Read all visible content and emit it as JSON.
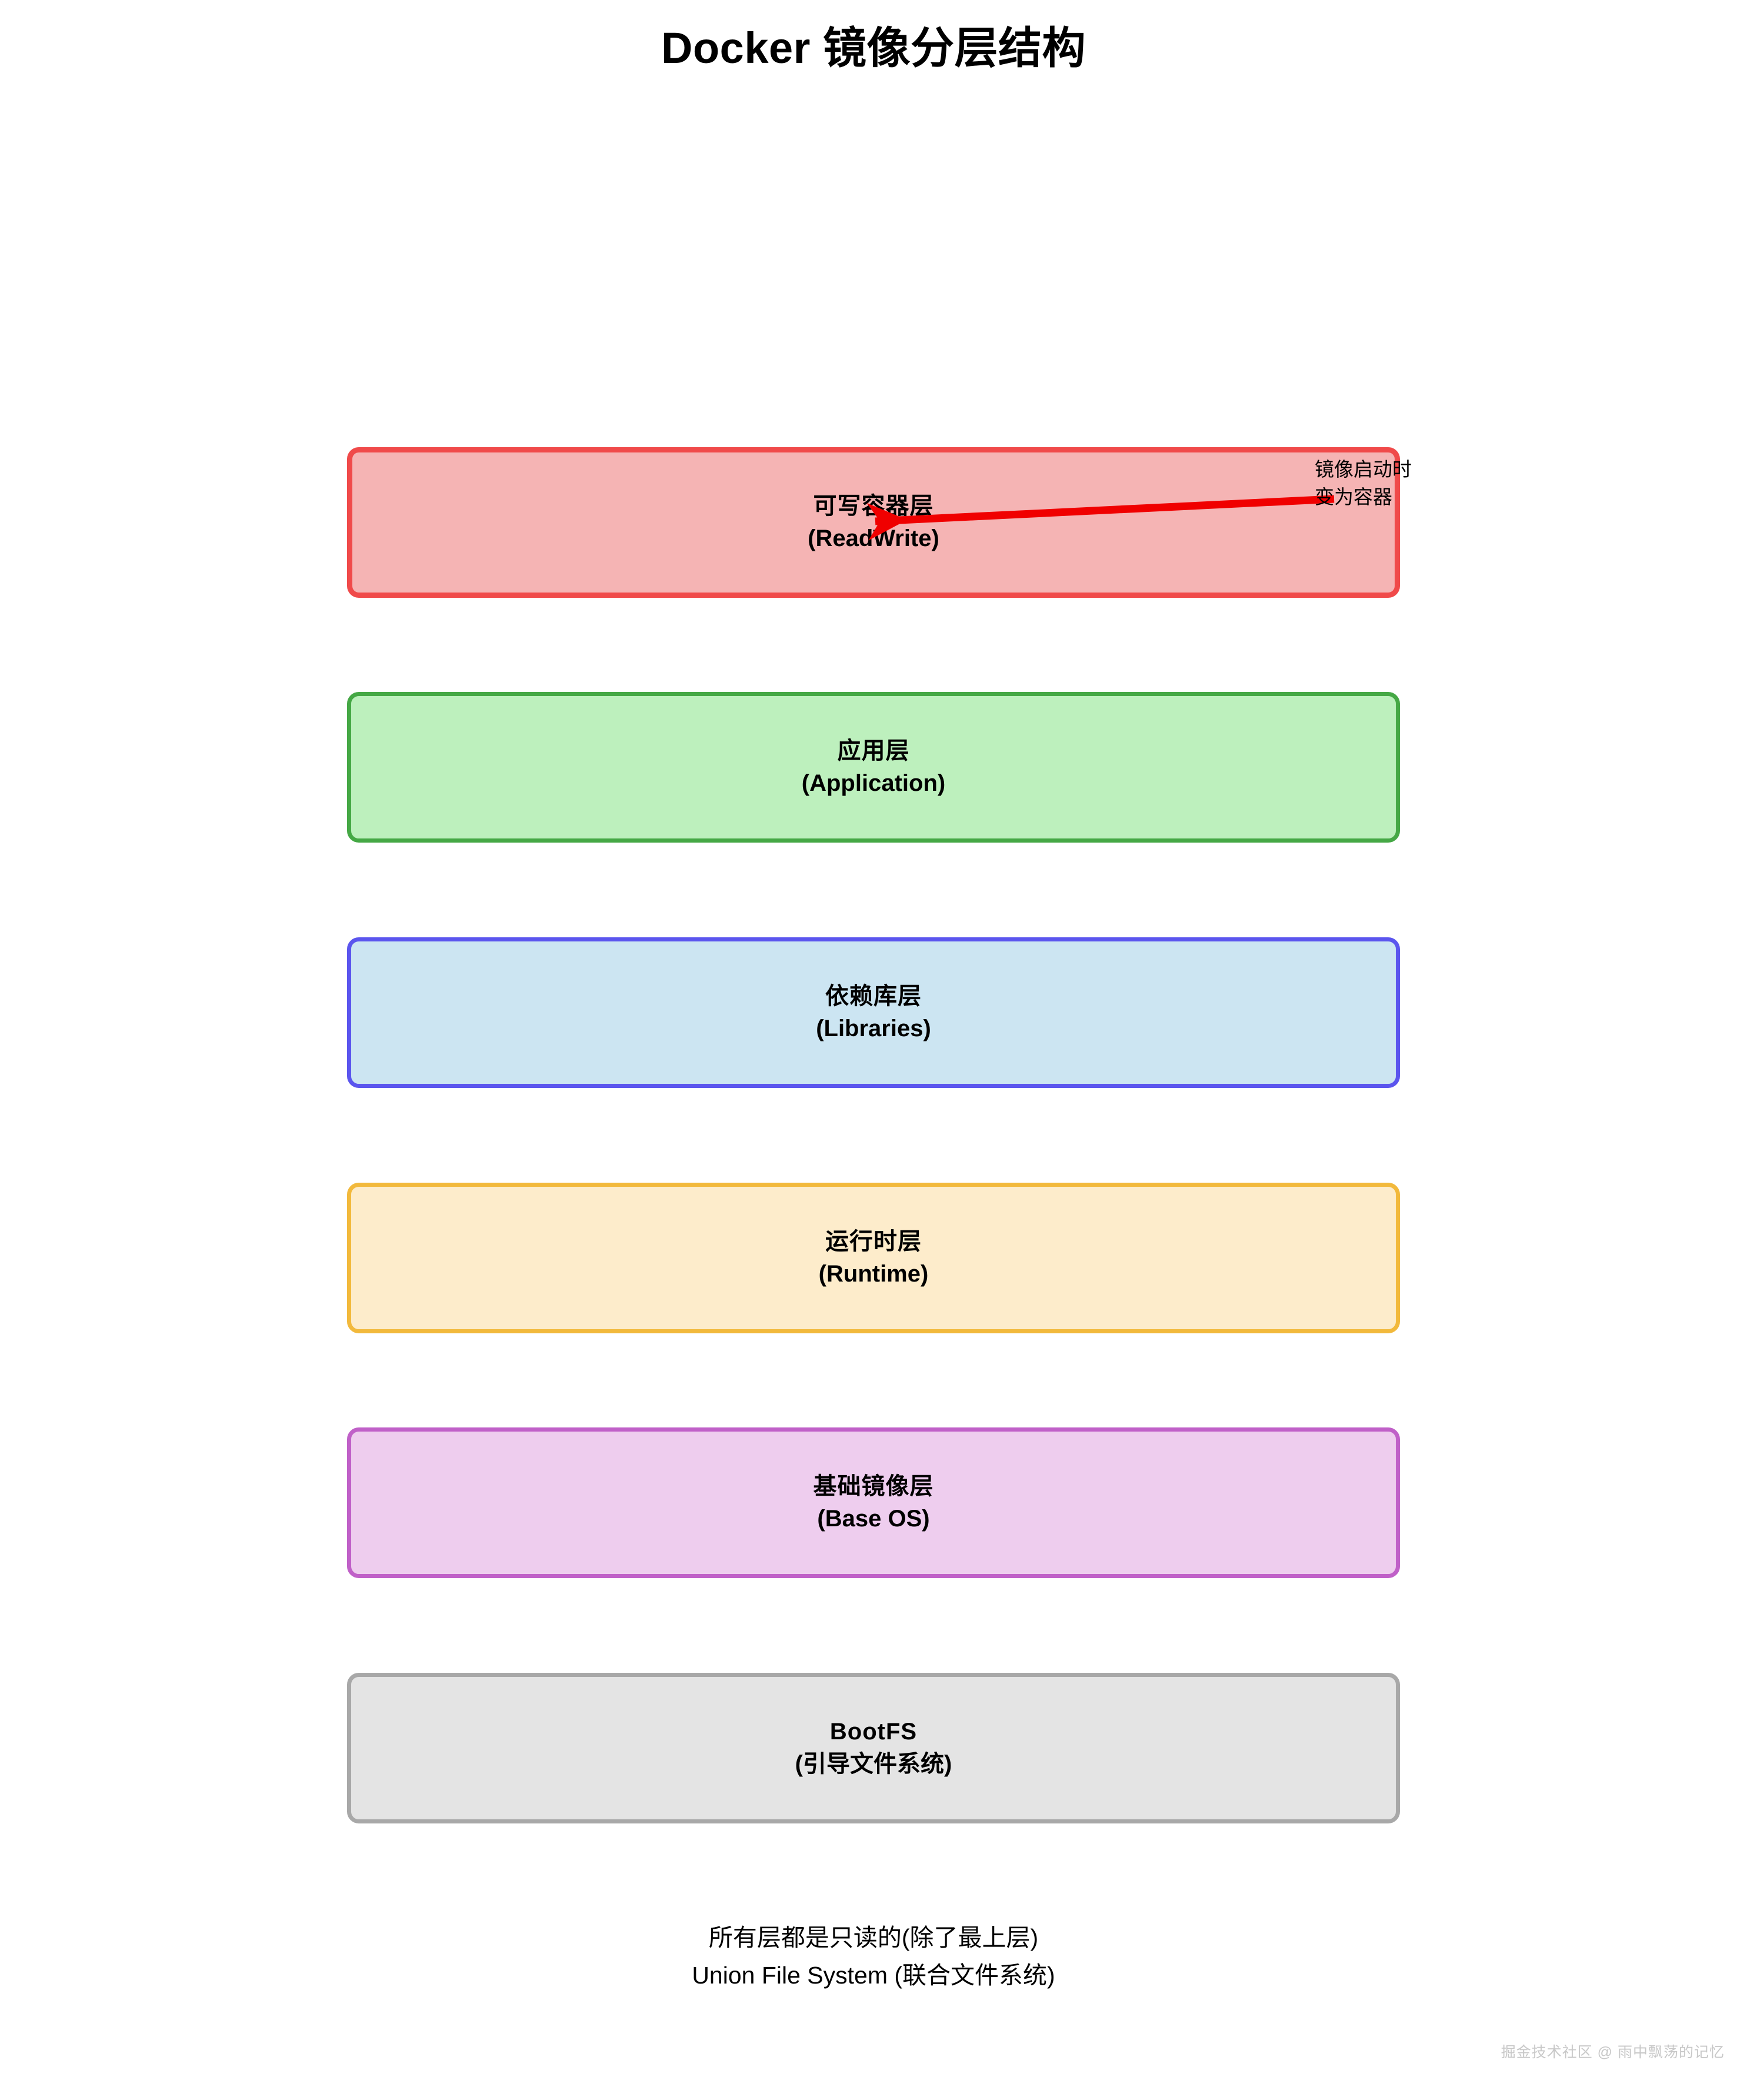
{
  "title": "Docker 镜像分层结构",
  "diagram": {
    "type": "layered-stack",
    "layers": [
      {
        "id": "writable-container",
        "cn": "可写容器层",
        "en": "(ReadWrite)",
        "fill": "#f5b4b4",
        "border": "#f04a4a",
        "order": 1
      },
      {
        "id": "application",
        "cn": "应用层",
        "en": "(Application)",
        "fill": "#bdf0bd",
        "border": "#45a845",
        "order": 2
      },
      {
        "id": "libraries",
        "cn": "依赖库层",
        "en": "(Libraries)",
        "fill": "#cce5f2",
        "border": "#5b55ee",
        "order": 3
      },
      {
        "id": "runtime",
        "cn": "运行时层",
        "en": "(Runtime)",
        "fill": "#fdeccb",
        "border": "#f2b93c",
        "order": 4
      },
      {
        "id": "base-os",
        "cn": "基础镜像层",
        "en": "(Base OS)",
        "fill": "#eecdee",
        "border": "#c060c8",
        "order": 5
      },
      {
        "id": "bootfs",
        "cn": "BootFS",
        "en": "(引导文件系统)",
        "fill": "#e4e4e4",
        "border": "#a8a8a8",
        "order": 6
      }
    ]
  },
  "annotation": {
    "line1": "镜像启动时",
    "line2": "变为容器",
    "arrow_color": "#f00000"
  },
  "footer": {
    "line1": "所有层都是只读的(除了最上层)",
    "line2": "Union File System (联合文件系统)"
  },
  "watermark": "掘金技术社区 @ 雨中飘荡的记忆"
}
